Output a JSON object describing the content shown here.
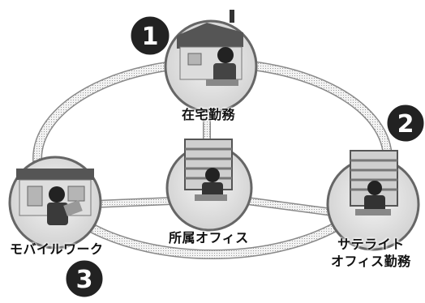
{
  "nodes": {
    "home": {
      "label": "在宅勤務",
      "number": "1"
    },
    "satellite": {
      "label_line1": "サテライト",
      "label_line2": "オフィス勤務",
      "number": "2"
    },
    "mobile": {
      "label": "モバイルワーク",
      "number": "3"
    },
    "office": {
      "label": "所属オフィス"
    }
  },
  "colors": {
    "badge": "#222222",
    "ring": "#b8b8b8",
    "node_border": "#777777"
  },
  "icons": [
    "house-icon",
    "building-icon",
    "shop-icon",
    "worker-icon"
  ]
}
